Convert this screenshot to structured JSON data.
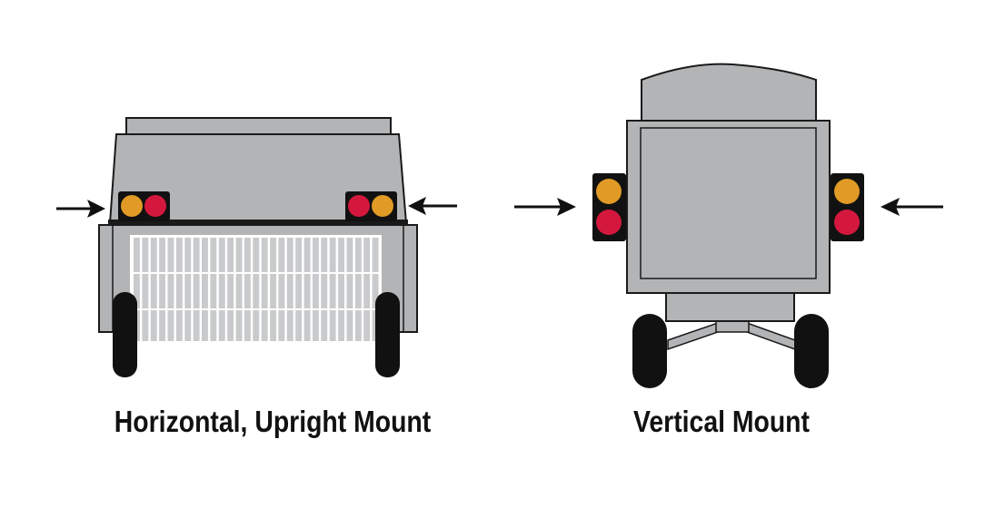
{
  "captions": {
    "horizontal": "Horizontal, Upright Mount",
    "vertical": "Vertical Mount"
  },
  "colors": {
    "body_fill": "#b3b4b6",
    "outline": "#1a1a1a",
    "light_amber": "#e09a25",
    "light_red": "#d4183d",
    "grille": "#ffffff",
    "tire": "#111111",
    "background": "#ffffff"
  },
  "icons": {
    "arrow": "right-pointing-arrow",
    "light": "tail-light-pair",
    "tire": "wheel"
  }
}
